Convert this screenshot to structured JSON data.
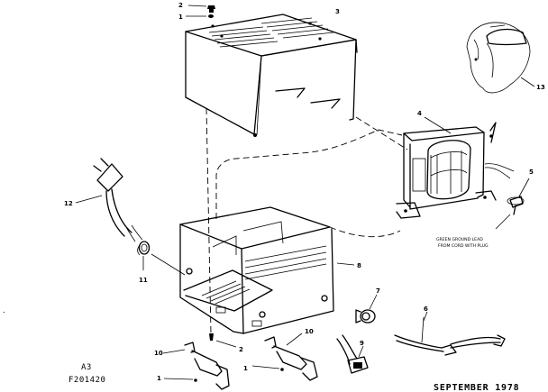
{
  "callouts": {
    "c1a": "1",
    "c2a": "2",
    "c3": "3",
    "c4": "4",
    "c5": "5",
    "c6": "6",
    "c7": "7",
    "c8": "8",
    "c9": "9",
    "c10a": "10",
    "c10b": "10",
    "c11": "11",
    "c12": "12",
    "c13": "13",
    "c1b": "1",
    "c1c": "1",
    "c2b": "2"
  },
  "note_lines": [
    "GREEN GROUND LEAD",
    "FROM CORD WITH PLUG"
  ],
  "drawing_ref": {
    "line1": "A3",
    "line2": "F201420"
  },
  "date": "SEPTEMBER 1978"
}
